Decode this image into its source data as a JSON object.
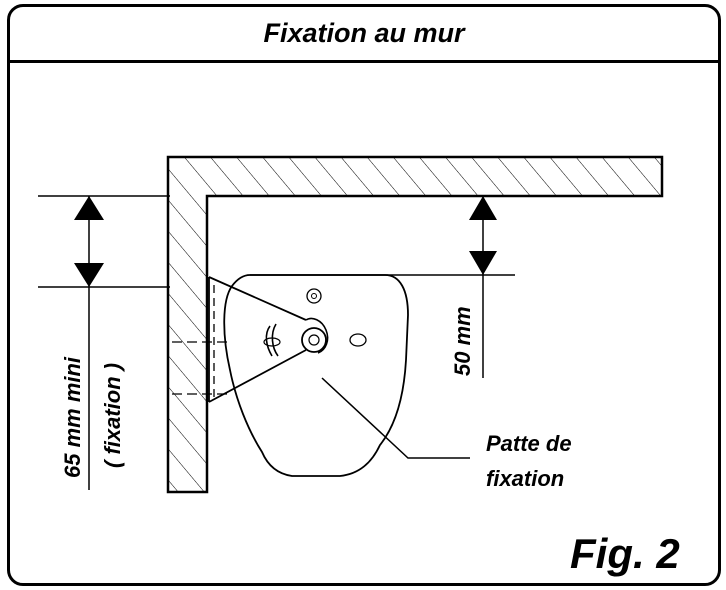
{
  "title": "Fixation au mur",
  "labels": {
    "dim_65_line1": "65 mm  mini",
    "dim_65_line2": "( fixation )",
    "dim_50": "50 mm",
    "patte_line1": "Patte de",
    "patte_line2": "fixation",
    "figure": "Fig. 2"
  },
  "colors": {
    "ink": "#000000",
    "background": "#ffffff"
  },
  "icons": [
    "arrow-up-icon",
    "arrow-down-icon"
  ]
}
